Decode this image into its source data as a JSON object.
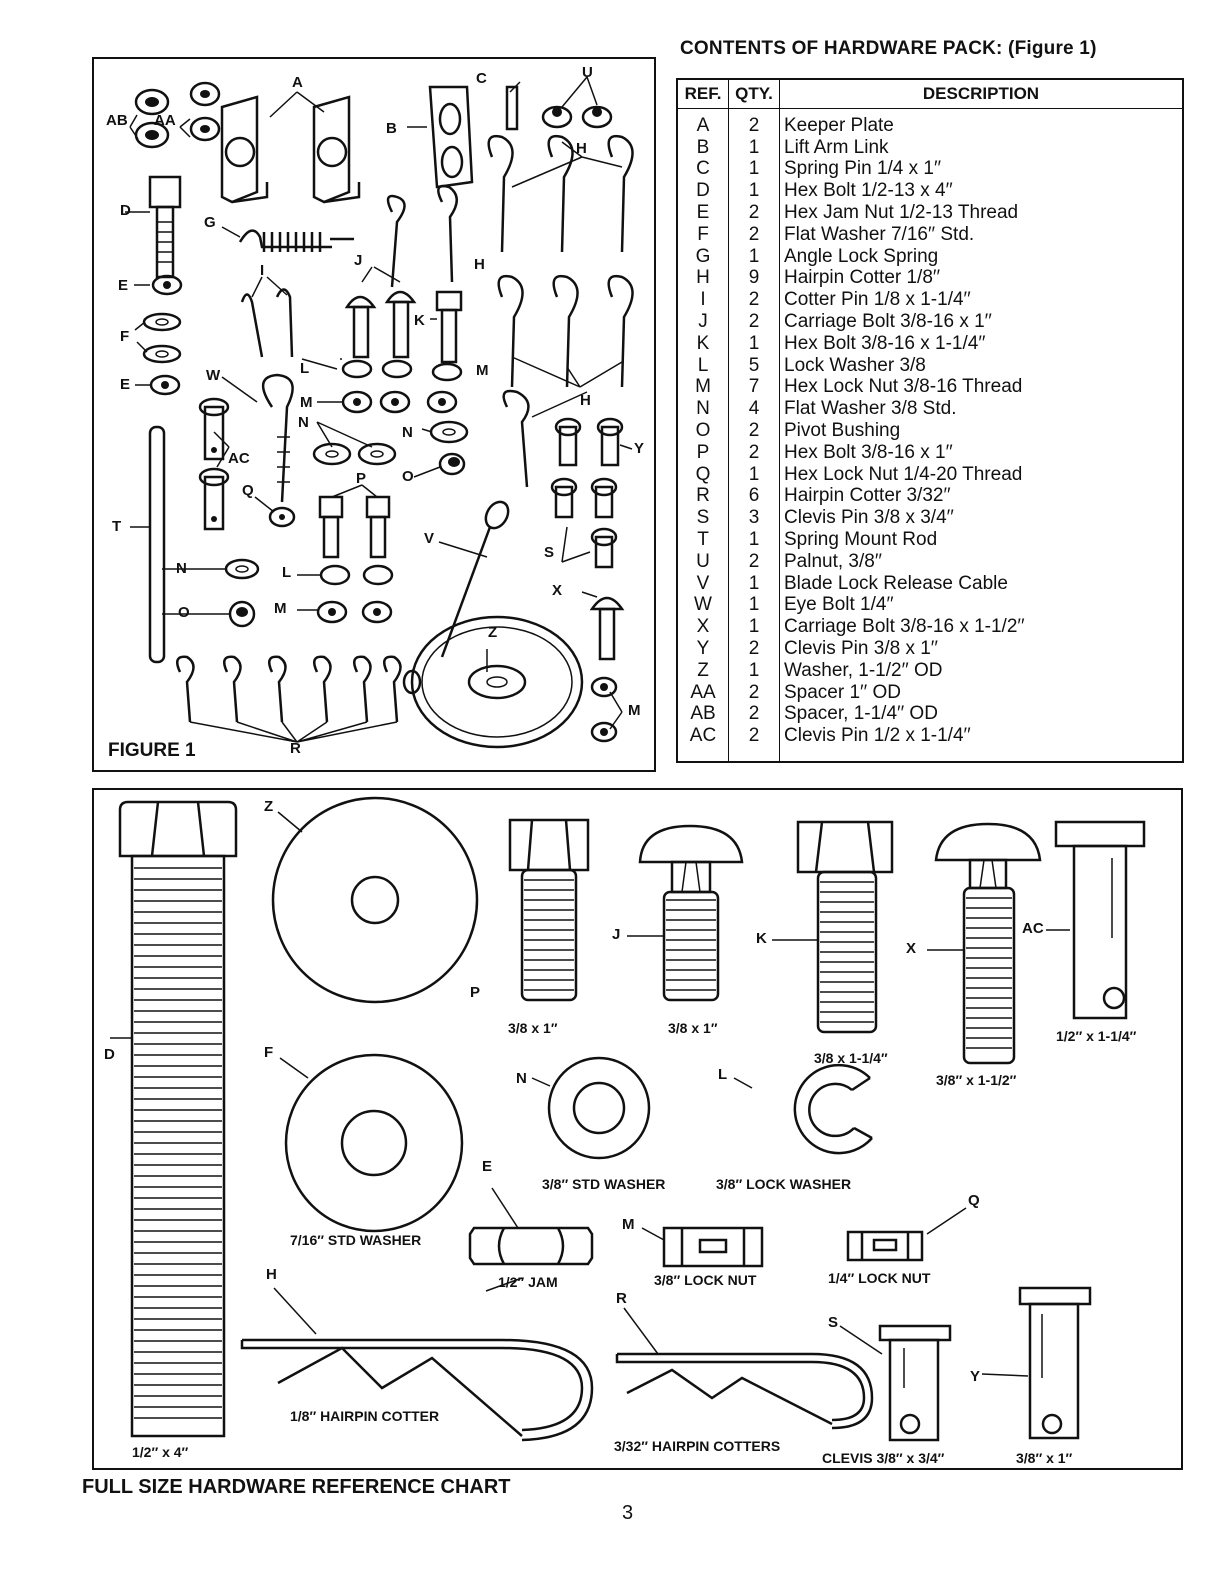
{
  "contents_title": "CONTENTS OF HARDWARE PACK: (Figure 1)",
  "table": {
    "headers": [
      "REF.",
      "QTY.",
      "DESCRIPTION"
    ],
    "rows": [
      [
        "A",
        "2",
        "Keeper Plate"
      ],
      [
        "B",
        "1",
        "Lift Arm Link"
      ],
      [
        "C",
        "1",
        "Spring Pin 1/4 x 1′′"
      ],
      [
        "D",
        "1",
        "Hex Bolt 1/2-13 x 4′′"
      ],
      [
        "E",
        "2",
        "Hex Jam Nut 1/2-13 Thread"
      ],
      [
        "F",
        "2",
        "Flat Washer 7/16′′ Std."
      ],
      [
        "G",
        "1",
        "Angle Lock Spring"
      ],
      [
        "H",
        "9",
        "Hairpin Cotter 1/8′′"
      ],
      [
        "I",
        "2",
        "Cotter Pin 1/8 x 1-1/4′′"
      ],
      [
        "J",
        "2",
        "Carriage Bolt 3/8-16 x 1′′"
      ],
      [
        "K",
        "1",
        "Hex Bolt 3/8-16 x 1-1/4′′"
      ],
      [
        "L",
        "5",
        "Lock Washer 3/8"
      ],
      [
        "M",
        "7",
        "Hex Lock Nut 3/8-16 Thread"
      ],
      [
        "N",
        "4",
        "Flat Washer 3/8 Std."
      ],
      [
        "O",
        "2",
        "Pivot Bushing"
      ],
      [
        "P",
        "2",
        "Hex Bolt 3/8-16 x 1′′"
      ],
      [
        "Q",
        "1",
        "Hex Lock Nut 1/4-20 Thread"
      ],
      [
        "R",
        "6",
        "Hairpin Cotter 3/32′′"
      ],
      [
        "S",
        "3",
        "Clevis Pin 3/8 x 3/4′′"
      ],
      [
        "T",
        "1",
        "Spring Mount Rod"
      ],
      [
        "U",
        "2",
        "Palnut, 3/8′′"
      ],
      [
        "V",
        "1",
        "Blade Lock Release Cable"
      ],
      [
        "W",
        "1",
        "Eye Bolt 1/4′′"
      ],
      [
        "X",
        "1",
        "Carriage Bolt 3/8-16 x 1-1/2′′"
      ],
      [
        "Y",
        "2",
        "Clevis Pin 3/8 x 1′′"
      ],
      [
        "Z",
        "1",
        "Washer, 1-1/2′′ OD"
      ],
      [
        "AA",
        "2",
        "Spacer 1′′ OD"
      ],
      [
        "AB",
        "2",
        "Spacer,    1-1/4′′ OD"
      ],
      [
        "AC",
        "2",
        "Clevis Pin 1/2 x 1-1/4′′"
      ]
    ]
  },
  "figure1": {
    "title": "FIGURE 1",
    "labels": {
      "a": "A",
      "b": "B",
      "c": "C",
      "u": "U",
      "ab": "AB",
      "aa": "AA",
      "d": "D",
      "g": "G",
      "h1": "H",
      "h2": "H",
      "h3": "H",
      "i": "I",
      "j": "J",
      "k": "K",
      "e1": "E",
      "f": "F",
      "e2": "E",
      "l1": "L",
      "m1": "M",
      "w": "W",
      "m2": "M",
      "n1": "N",
      "n2": "N",
      "o1": "O",
      "ac": "AC",
      "q": "Q",
      "p": "P",
      "y": "Y",
      "t": "T",
      "v": "V",
      "s": "S",
      "x": "X",
      "z": "Z",
      "n3": "N",
      "l2": "L",
      "o2": "O",
      "m3": "M",
      "m4": "M",
      "r": "R"
    }
  },
  "chart": {
    "title": "FULL SIZE HARDWARE REFERENCE CHART",
    "labels": {
      "z": "Z",
      "d": "D",
      "p": "P",
      "j": "J",
      "k": "K",
      "x": "X",
      "ac": "AC",
      "f": "F",
      "n": "N",
      "l": "L",
      "e": "E",
      "m": "M",
      "q": "Q",
      "h": "H",
      "r": "R",
      "s": "S",
      "y": "Y"
    },
    "captions": {
      "p": "3/8 x 1′′",
      "j": "3/8 x 1′′",
      "k": "3/8 x 1-1/4′′",
      "x": "3/8′′ x 1-1/2′′",
      "ac": "1/2′′ x 1-1/4′′",
      "n": "3/8′′ STD WASHER",
      "l": "3/8′′ LOCK WASHER",
      "f": "7/16′′ STD WASHER",
      "e": "1/2′′ JAM",
      "m": "3/8′′ LOCK NUT",
      "q": "1/4′′ LOCK NUT",
      "h": "1/8′′ HAIRPIN COTTER",
      "r": "3/32′′ HAIRPIN COTTERS",
      "s": "CLEVIS 3/8′′ x 3/4′′",
      "y": "3/8′′ x 1′′",
      "d": "1/2′′ x 4′′"
    }
  },
  "page_number": "3"
}
